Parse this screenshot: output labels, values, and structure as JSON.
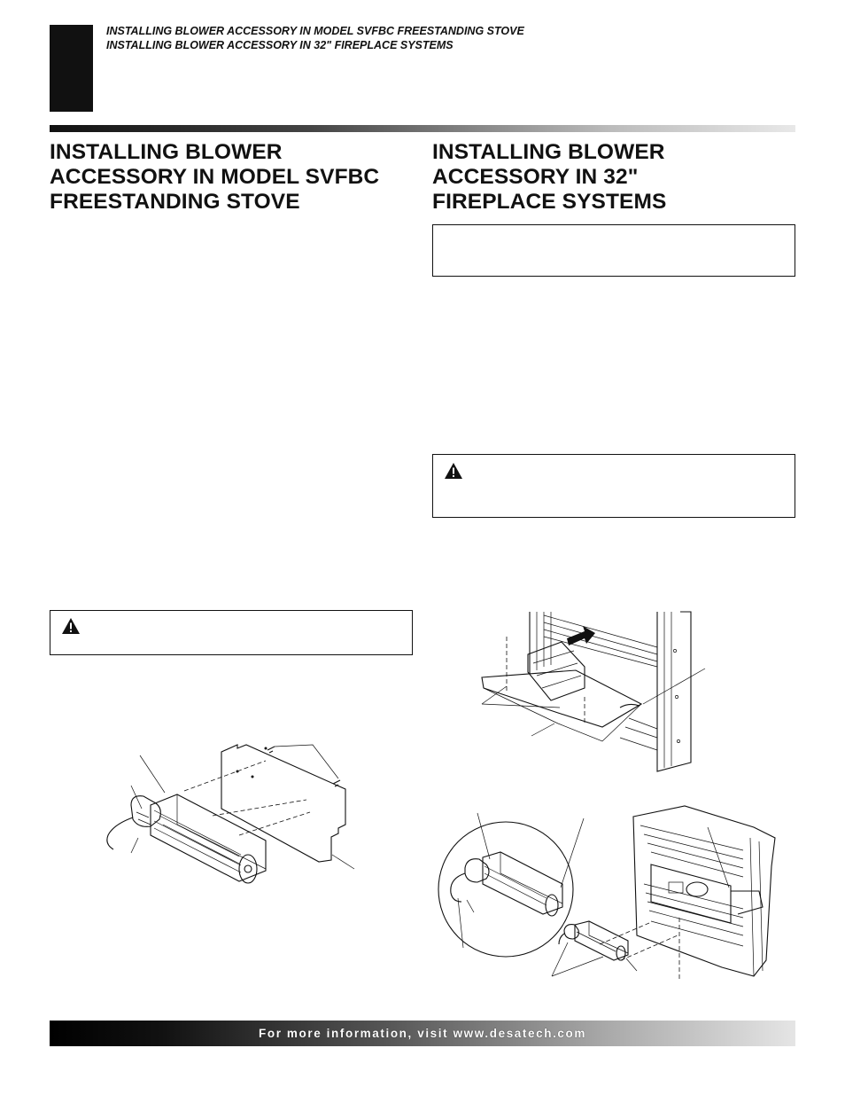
{
  "header": {
    "line1": "INSTALLING BLOWER ACCESSORY IN MODEL SVFBC FREESTANDING STOVE",
    "line2": "INSTALLING BLOWER ACCESSORY IN 32\" FIREPLACE SYSTEMS"
  },
  "left_section": {
    "title_lines": [
      "INSTALLING BLOWER",
      "ACCESSORY IN MODEL SVFBC",
      "FREESTANDING STOVE"
    ]
  },
  "right_section": {
    "title_lines": [
      "INSTALLING BLOWER",
      "ACCESSORY IN 32\"",
      "FIREPLACE SYSTEMS"
    ]
  },
  "footer": {
    "text": "For more information, visit www.desatech.com"
  },
  "icons": {
    "warning": "warning-triangle-icon"
  }
}
